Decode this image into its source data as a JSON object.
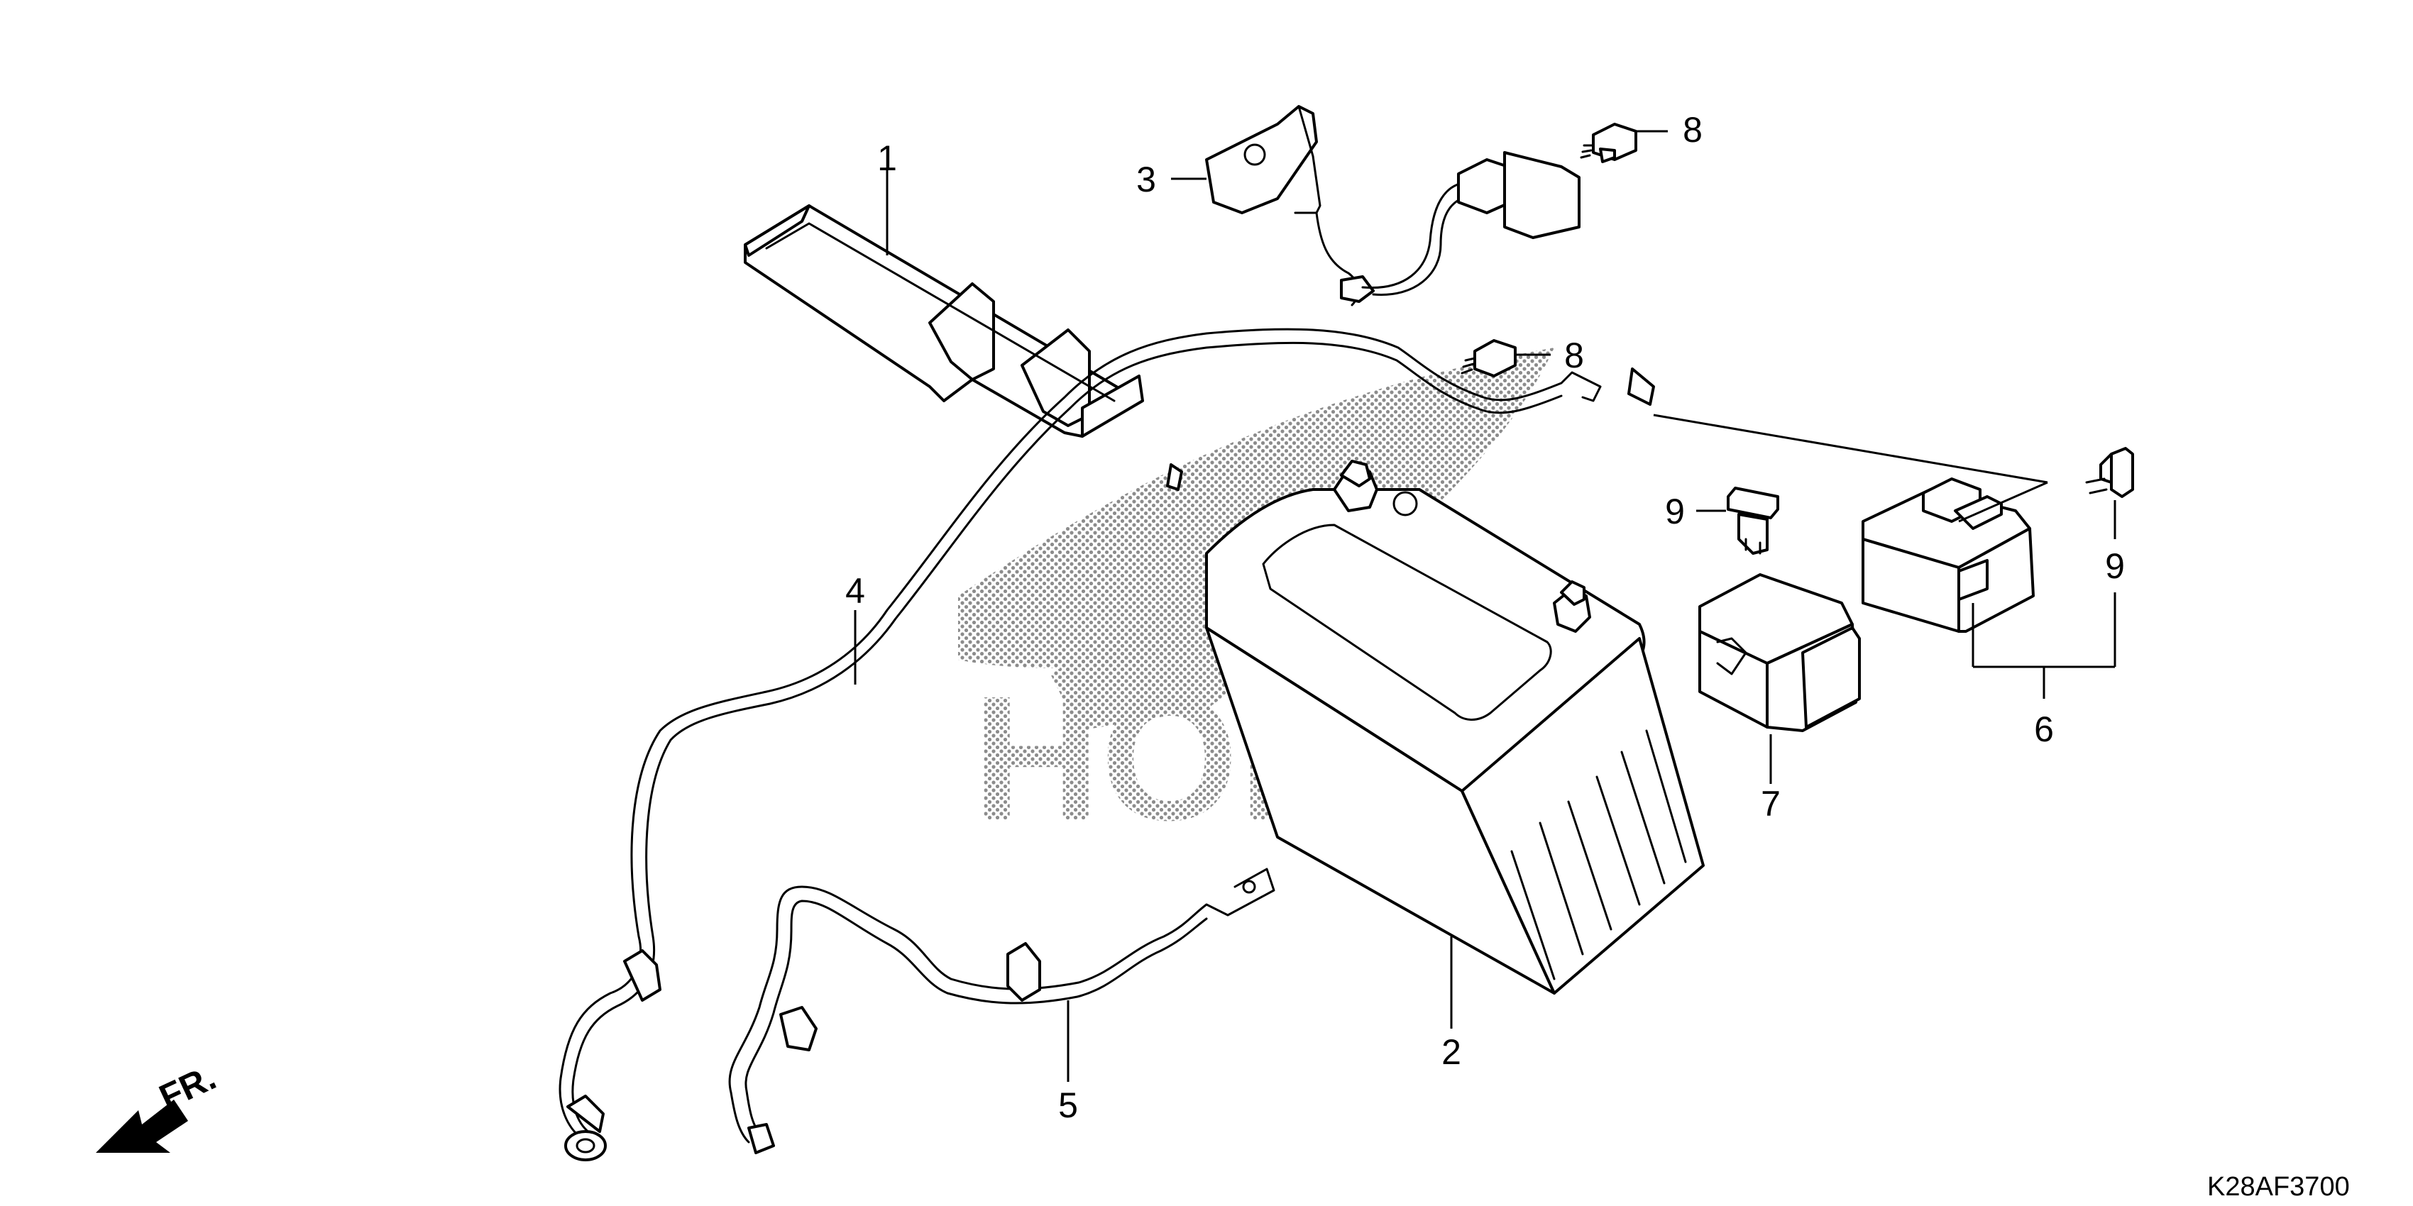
{
  "diagram": {
    "callouts": [
      "1",
      "2",
      "3",
      "4",
      "5",
      "6",
      "7",
      "8",
      "8",
      "9",
      "9"
    ],
    "direction_label": "FR.",
    "watermark_text": "HONDA",
    "figure_code": "K28AF3700"
  },
  "colors": {
    "line": "#000000",
    "background": "#ffffff",
    "watermark_dots": "#8c8c8c"
  }
}
